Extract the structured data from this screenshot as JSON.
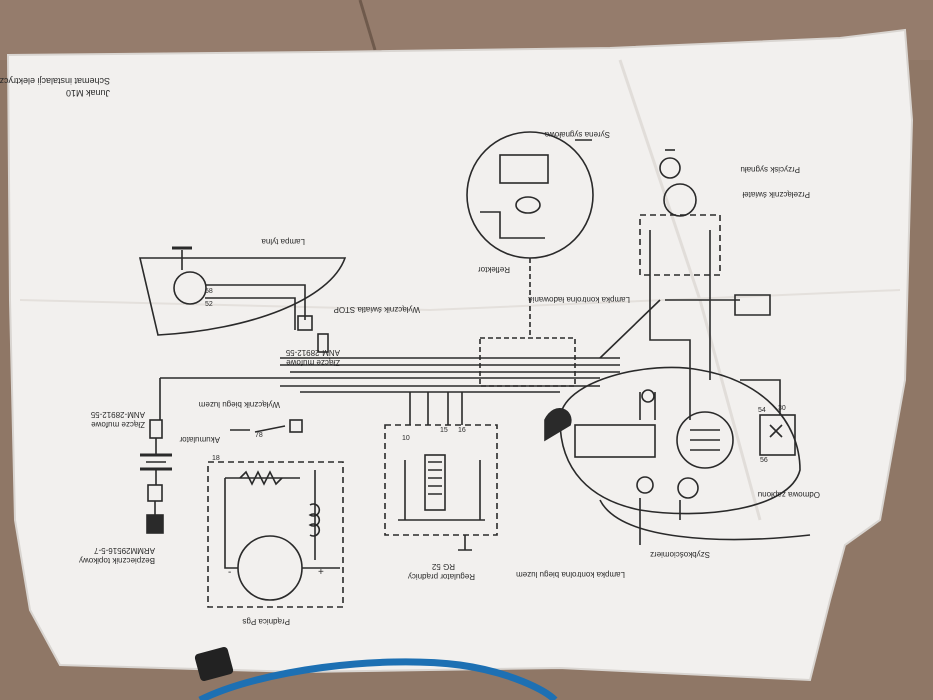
{
  "photo": {
    "background_color": "#8f7766",
    "paper_color": "#f2f0ee",
    "ink_color": "#2a2a2a"
  },
  "diagram": {
    "header": [
      "Junak M10",
      "Schemat instalacji elektrycznej"
    ],
    "labels": {
      "lampa_tylna": "Lampa tylna",
      "wylacznik_stop": "Wyłącznik światła STOP",
      "zlacze_1": "Złącze mufowe",
      "zlacze_1_code": "ANM-28912-55",
      "wylacznik_biegu": "Wyłącznik biegu luzem",
      "zlacze_2": "Złącze mufowe",
      "zlacze_2_code": "ANM-28912-55",
      "akumulator": "Akumulator",
      "bezpiecznik": "Bezpiecznik topikowy",
      "bezpiecznik_code": "ARMM29516-5-7",
      "pradnica": "Prądnica Pgs",
      "regulator": "Regulator prądnicy",
      "regulator_code": "RG 52",
      "lampka_biegu": "Lampka kontrolna biegu luzem",
      "szybkosciomierz": "Szybkościomierz",
      "odmowa": "Odmowa zapłonu",
      "syrena": "Syrena sygnałowa",
      "lampka_ladowania": "Lampka kontrolna ładowania",
      "przelacznik_swiatel": "Przełącznik świateł",
      "przycisk": "Przycisk sygnału",
      "reflektor": "Reflektor"
    },
    "terminals": {
      "t58": "58",
      "t52": "52",
      "t78": "78",
      "t18": "18",
      "t10": "10",
      "t15": "15",
      "t16": "16",
      "t54": "54",
      "t56": "56",
      "t30": "30",
      "plus": "+",
      "minus": "-"
    }
  }
}
